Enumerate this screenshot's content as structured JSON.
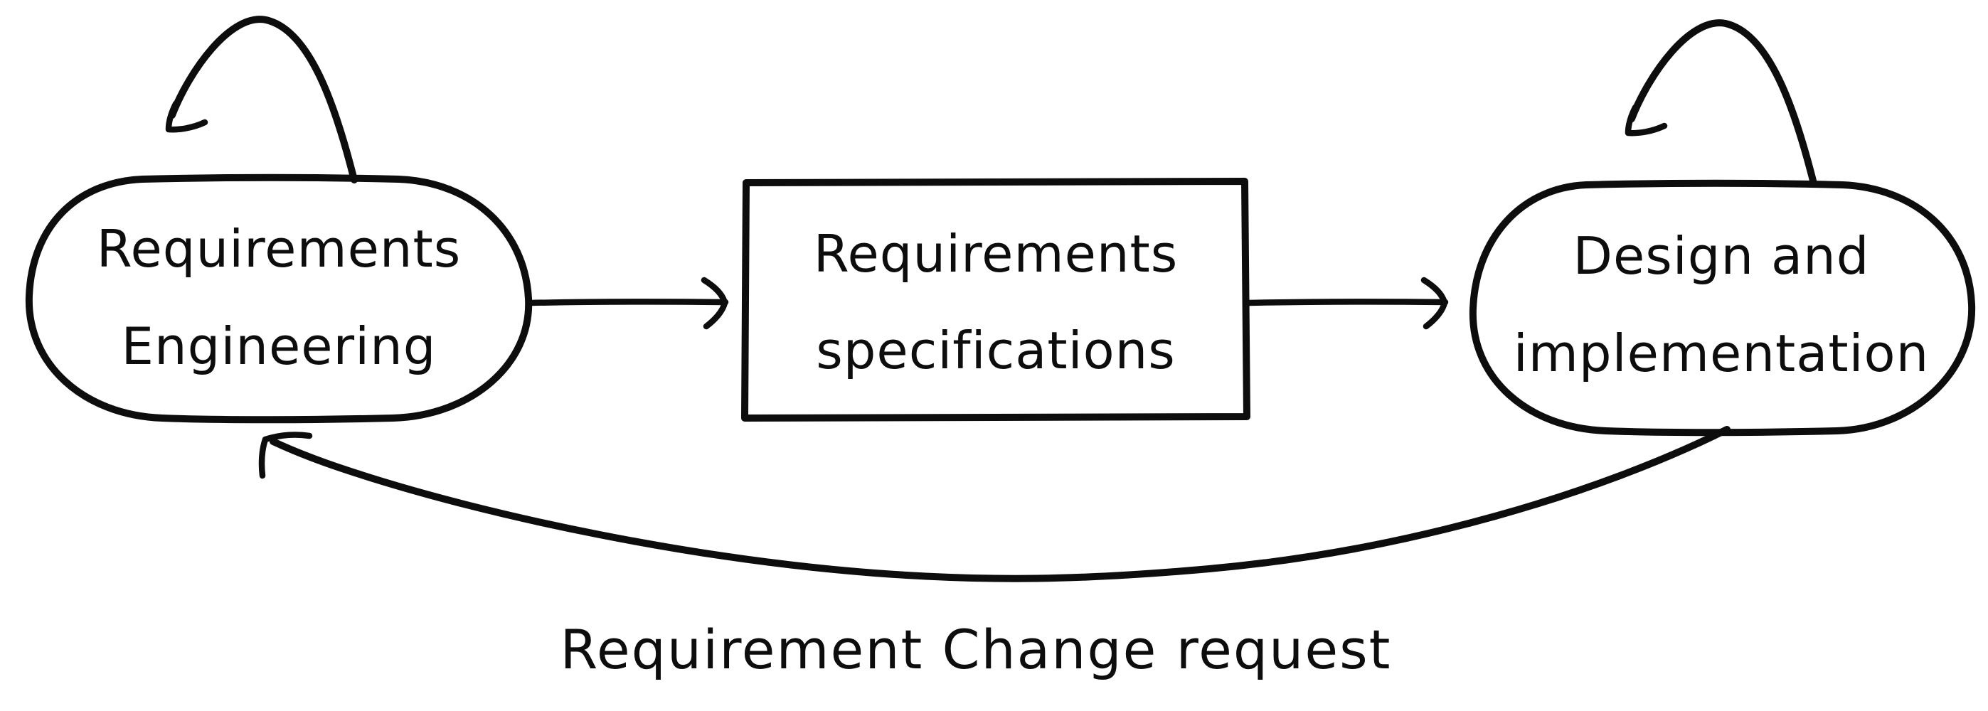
{
  "diagram": {
    "background": "#ffffff",
    "ink_color": "#0d0d0d",
    "nodes": [
      {
        "id": "requirements-engineering",
        "shape": "stadium",
        "lines": [
          "Requirements",
          "Engineering"
        ]
      },
      {
        "id": "requirements-specifications",
        "shape": "rectangle",
        "lines": [
          "Requirements",
          "specifications"
        ]
      },
      {
        "id": "design-and-implementation",
        "shape": "stadium",
        "lines": [
          "Design and",
          "implementation"
        ]
      }
    ],
    "edges": [
      {
        "from": "requirements-engineering",
        "to": "requirements-specifications",
        "style": "straight-arrow"
      },
      {
        "from": "requirements-specifications",
        "to": "design-and-implementation",
        "style": "straight-arrow"
      },
      {
        "from": "requirements-engineering",
        "to": "requirements-engineering",
        "style": "self-loop-arrow"
      },
      {
        "from": "design-and-implementation",
        "to": "design-and-implementation",
        "style": "self-loop-arrow"
      },
      {
        "from": "design-and-implementation",
        "to": "requirements-engineering",
        "style": "curved-arrow",
        "label": "Requirement Change request"
      }
    ]
  }
}
